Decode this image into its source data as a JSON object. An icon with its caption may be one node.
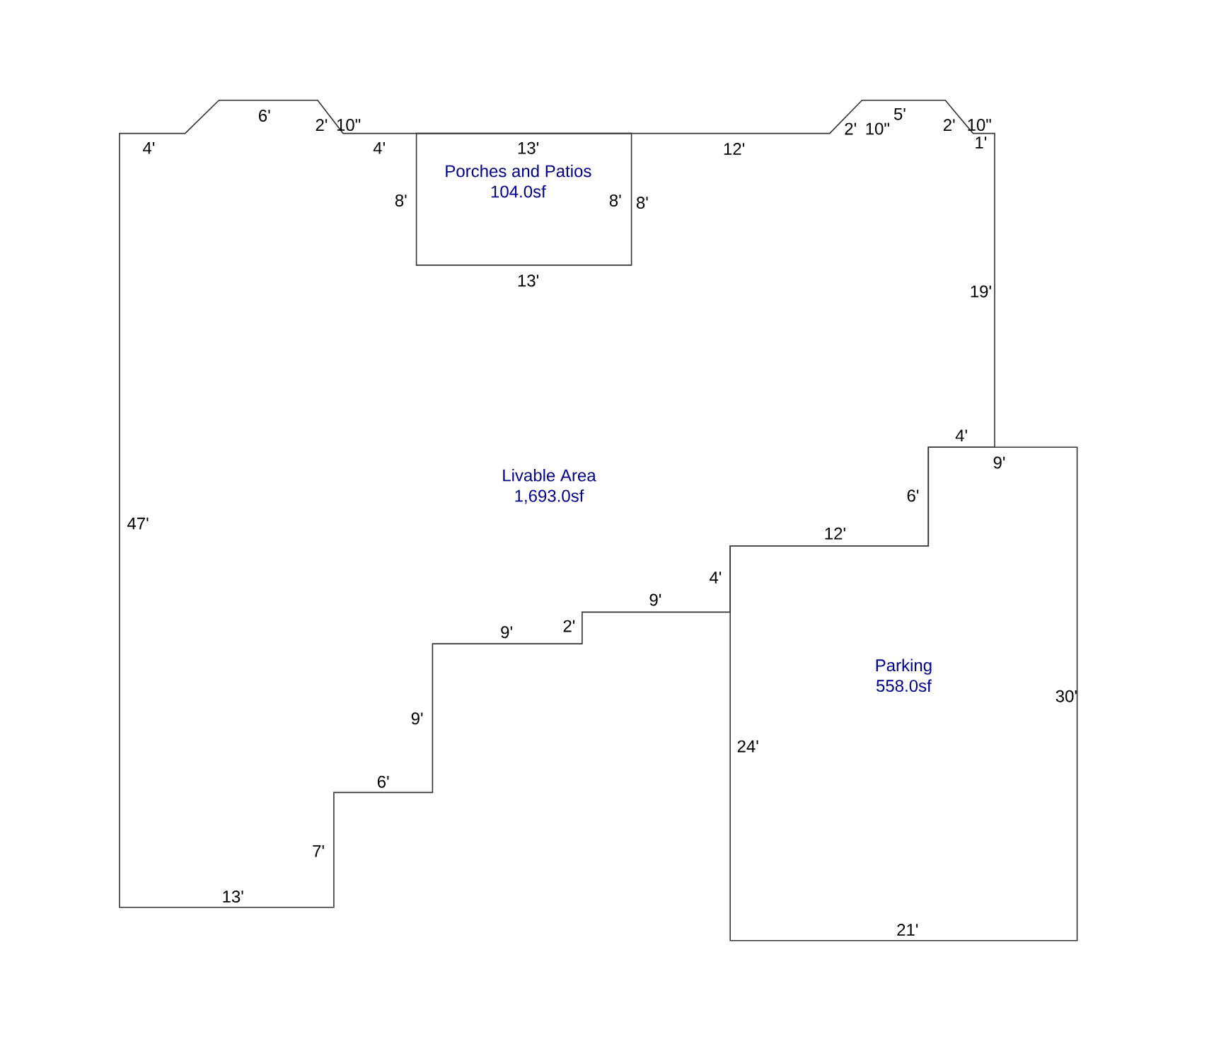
{
  "diagram": {
    "nodes": [
      {
        "text": [
          "Livable Area",
          "1,693.0sf"
        ]
      },
      {
        "text": [
          "Porches and Patios",
          "104.0sf"
        ],
        "in": 0
      },
      {
        "text": [
          "Parking",
          "558.0sf"
        ]
      }
    ],
    "labels": [
      "6'",
      "2'",
      "10\"",
      "5'",
      "2'",
      "10\"",
      "2'",
      "10\"",
      "4'",
      "4'",
      "13'",
      "12'",
      "1'",
      "8'",
      "8'",
      "8'",
      "13'",
      "19'",
      "4'",
      "9'",
      "6'",
      "47'",
      "12'",
      "4'",
      "9'",
      "2'",
      "9'",
      "30'",
      "9'",
      "24'",
      "6'",
      "7'",
      "13'",
      "21'"
    ]
  }
}
